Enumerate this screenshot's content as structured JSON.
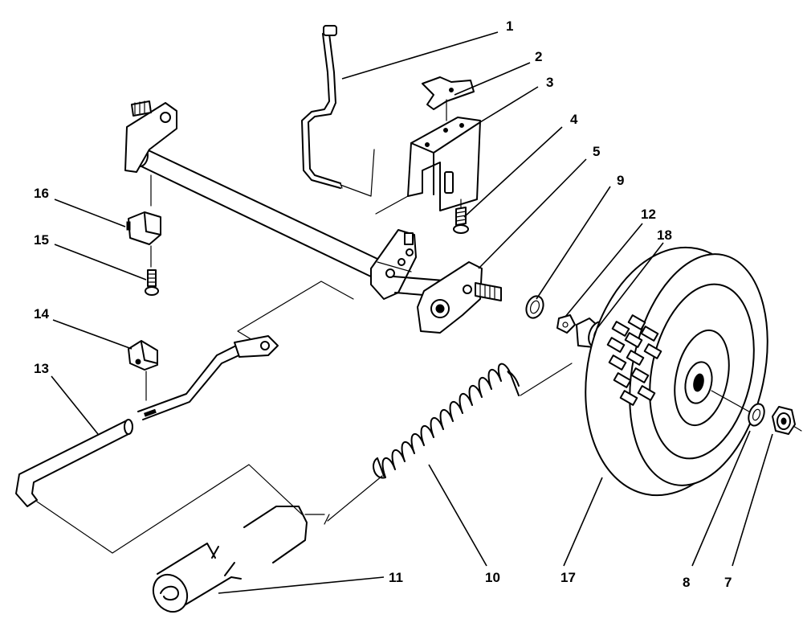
{
  "callouts": [
    {
      "id": "1",
      "text": "1",
      "part": "height-adjust-rod"
    },
    {
      "id": "2",
      "text": "2",
      "part": "clip"
    },
    {
      "id": "3",
      "text": "3",
      "part": "bracket"
    },
    {
      "id": "4",
      "text": "4",
      "part": "screw"
    },
    {
      "id": "5",
      "text": "5",
      "part": "axle-plate"
    },
    {
      "id": "9",
      "text": "9",
      "part": "washer"
    },
    {
      "id": "12",
      "text": "12",
      "part": "retaining-ring"
    },
    {
      "id": "18",
      "text": "18",
      "part": "bushing"
    },
    {
      "id": "16",
      "text": "16",
      "part": "clip"
    },
    {
      "id": "15",
      "text": "15",
      "part": "screw"
    },
    {
      "id": "14",
      "text": "14",
      "part": "clip"
    },
    {
      "id": "13",
      "text": "13",
      "part": "handle-rod"
    },
    {
      "id": "11",
      "text": "11",
      "part": "grip-tube"
    },
    {
      "id": "10",
      "text": "10",
      "part": "spring"
    },
    {
      "id": "17",
      "text": "17",
      "part": "wheel"
    },
    {
      "id": "8",
      "text": "8",
      "part": "washer"
    },
    {
      "id": "7",
      "text": "7",
      "part": "nut"
    }
  ]
}
